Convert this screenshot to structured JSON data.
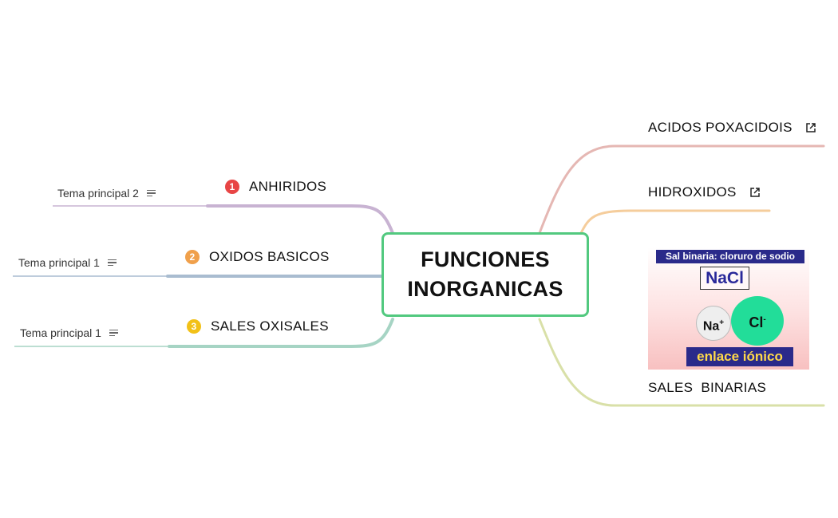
{
  "central": {
    "line1": "FUNCIONES",
    "line2": "INORGANICAS"
  },
  "left_topics": [
    {
      "number": "1",
      "label": "ANHIRIDOS",
      "color": "#e84545",
      "branch_color": "#c8b3d2",
      "subtopic": "Tema principal 2"
    },
    {
      "number": "2",
      "label": "OXIDOS BASICOS",
      "color": "#f0a04b",
      "branch_color": "#a9bcd0",
      "subtopic": "Tema principal 1"
    },
    {
      "number": "3",
      "label": "SALES OXISALES",
      "color": "#f2c118",
      "branch_color": "#a6d4c4",
      "subtopic": "Tema principal 1"
    }
  ],
  "right_topics": [
    {
      "label": "ACIDOS POXACIDOIS",
      "icon": "external-link-icon",
      "branch_color": "#e5b7b3"
    },
    {
      "label": "HIDROXIDOS",
      "icon": "external-link-icon",
      "branch_color": "#f5cd9c"
    },
    {
      "label": "SALES  BINARIAS",
      "branch_color": "#d9e0a8"
    }
  ],
  "nacl_image": {
    "header": "Sal binaria: cloruro de sodio",
    "formula": "NaCl",
    "cation": "Na",
    "cation_charge": "+",
    "anion": "Cl",
    "anion_charge": "-",
    "caption": "enlace iónico"
  },
  "colors": {
    "central_border": "#52c97f"
  }
}
